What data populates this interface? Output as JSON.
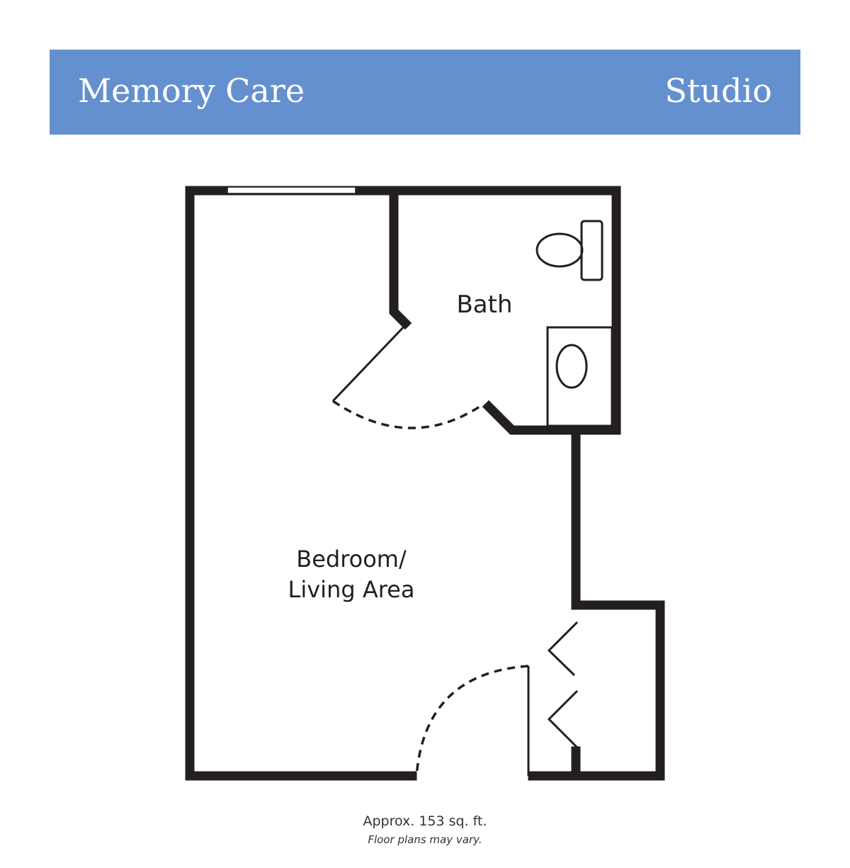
{
  "header": {
    "title": "Memory Care",
    "unit_type": "Studio",
    "banner_color": "#6590cf"
  },
  "rooms": {
    "bath": "Bath",
    "bedroom_line1": "Bedroom/",
    "bedroom_line2": "Living Area"
  },
  "footer": {
    "area": "Approx. 153 sq. ft.",
    "disclaimer": "Floor plans may vary."
  }
}
